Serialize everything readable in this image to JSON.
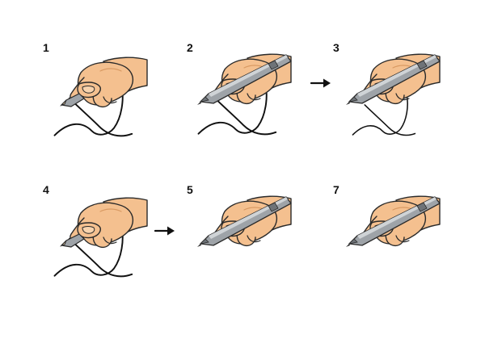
{
  "steps": [
    {
      "label": "1",
      "variant": "pinch-stroke"
    },
    {
      "label": "2",
      "variant": "pen-stroke"
    },
    {
      "label": "3",
      "variant": "pen-stroke-small"
    },
    {
      "label": "4",
      "variant": "pinch-stroke"
    },
    {
      "label": "5",
      "variant": "pen-only"
    },
    {
      "label": "7",
      "variant": "pen-only"
    }
  ],
  "icons": {
    "transition": "arrow-right-icon",
    "hand": "hand-icon",
    "pen": "pen-icon",
    "stroke": "loop-stroke-icon"
  },
  "colors": {
    "skin": "#f4c08f",
    "skin_shadow": "#d99a63",
    "outline": "#2a2a2a",
    "pen_body": "#9ea3a8",
    "pen_dark": "#6e7378",
    "pen_light": "#cfd3d6",
    "stroke": "#111111",
    "arrow": "#111111"
  }
}
